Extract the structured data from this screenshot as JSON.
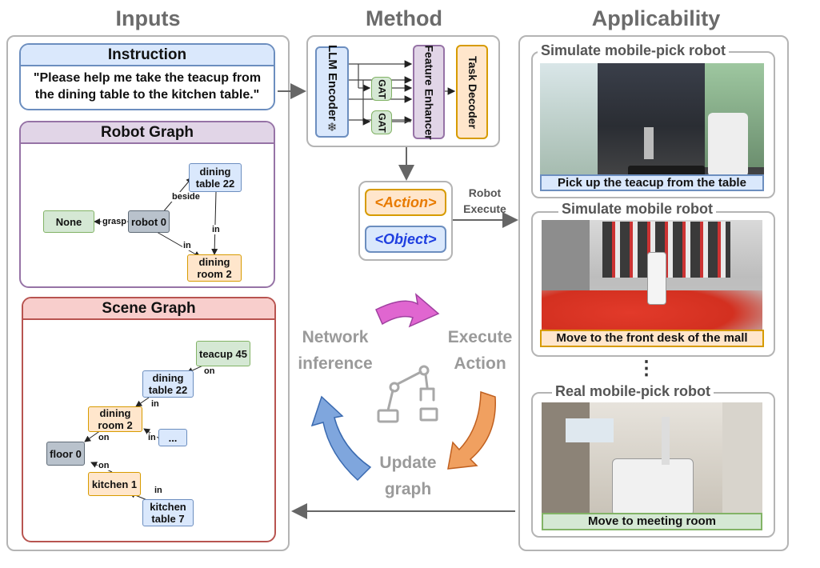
{
  "columns": {
    "inputs": "Inputs",
    "method": "Method",
    "applicability": "Applicability"
  },
  "instruction": {
    "title": "Instruction",
    "text_line1": "\"Please help me take the teacup from",
    "text_line2": "the dining table to the kitchen table.\""
  },
  "robot_graph": {
    "title": "Robot Graph",
    "nodes": {
      "dining_table": "dining table 22",
      "none": "None",
      "robot": "robot 0",
      "dining_room": "dining room 2"
    },
    "edges": {
      "beside": "beside",
      "grasp": "grasp",
      "in_right": "in",
      "in_left": "in"
    }
  },
  "scene_graph": {
    "title": "Scene Graph",
    "nodes": {
      "teacup": "teacup 45",
      "dining_table": "dining table 22",
      "dining_room": "dining room 2",
      "ellipsis": "...",
      "floor": "floor 0",
      "kitchen": "kitchen 1",
      "kitchen_table": "kitchen table 7"
    },
    "edges": {
      "e1": "on",
      "e2": "in",
      "e3": "on",
      "e4": "in",
      "e5": "on",
      "e6": "in"
    }
  },
  "method": {
    "llm_encoder": "LLM Encoder",
    "gat1": "GAT",
    "gat2": "GAT",
    "feature_enhancer": "Feature Enhancer",
    "task_decoder": "Task Decoder",
    "snowflake": "❄",
    "action": "<Action>",
    "object": "<Object>",
    "robot_execute_line1": "Robot",
    "robot_execute_line2": "Execute"
  },
  "cycle": {
    "network_inference_line1": "Network",
    "network_inference_line2": "inference",
    "execute_action_line1": "Execute",
    "execute_action_line2": "Action",
    "update_graph_line1": "Update",
    "update_graph_line2": "graph",
    "robot_arm_icon": "robot-arm-icon"
  },
  "applicability": {
    "card1": {
      "title": "Simulate mobile-pick robot",
      "caption": "Pick up the teacup from the table"
    },
    "card2": {
      "title": "Simulate mobile robot",
      "caption": "Move to the front desk of the mall"
    },
    "card3": {
      "title": "Real mobile-pick robot",
      "caption": "Move to meeting room"
    },
    "ellipsis": "⋮"
  },
  "colors": {
    "blue": "#6c8ebf",
    "purple": "#9673a6",
    "red": "#b85450",
    "orange": "#d79b00",
    "green": "#82b366",
    "magenta_arrow": "#e066d0",
    "blue_arrow": "#7fa6dd",
    "orange_arrow": "#f0a060"
  }
}
